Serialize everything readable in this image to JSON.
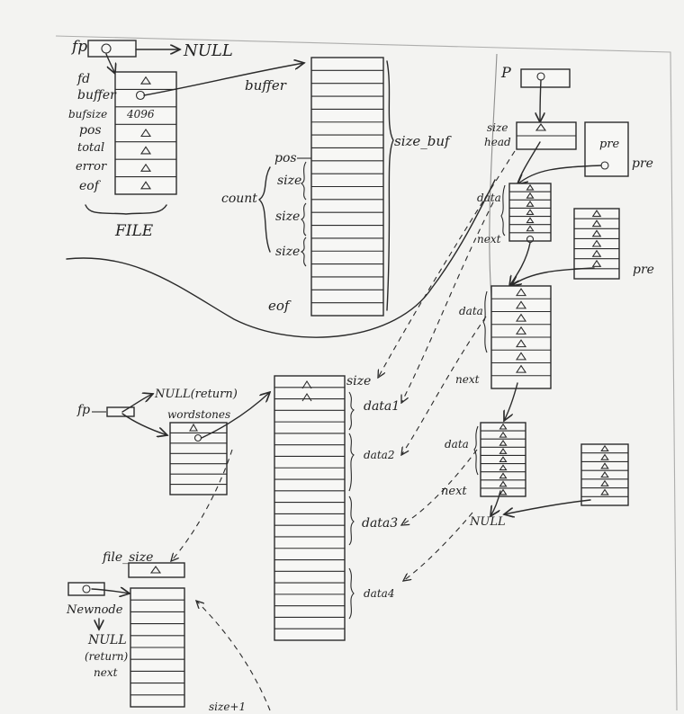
{
  "file_struct": {
    "fp_label": "fp",
    "null_label": "NULL",
    "field_labels": [
      "fd",
      "buffer",
      "bufsize",
      "pos",
      "total",
      "error",
      "eof"
    ],
    "bufsize_value": "4096",
    "struct_label": "FILE"
  },
  "buffer_block": {
    "buffer_label": "buffer",
    "size_buf_label": "size_buf",
    "pos_label": "pos",
    "count_label": "count",
    "size_labels": [
      "size",
      "size",
      "size"
    ],
    "eof_label": "eof"
  },
  "list": {
    "p_label": "P",
    "size_label": "size",
    "head_label": "head",
    "pre_labels": [
      "pre",
      "pre",
      "pre"
    ],
    "data_labels": [
      "data",
      "data",
      "data"
    ],
    "next_labels": [
      "next",
      "next",
      "next"
    ],
    "null_label": "NULL"
  },
  "load_section": {
    "fp_label": "fp",
    "null_return_label": "NULL(return)",
    "wordstones_label": "wordstones",
    "size_label": "size",
    "data_labels": [
      "data1",
      "data2",
      "data3",
      "data4"
    ]
  },
  "node_section": {
    "file_size_label": "file_size",
    "newnode_label": "Newnode",
    "null_label": "NULL",
    "return_label": "(return)",
    "next_label": "next",
    "size_plus_label": "size+1"
  }
}
